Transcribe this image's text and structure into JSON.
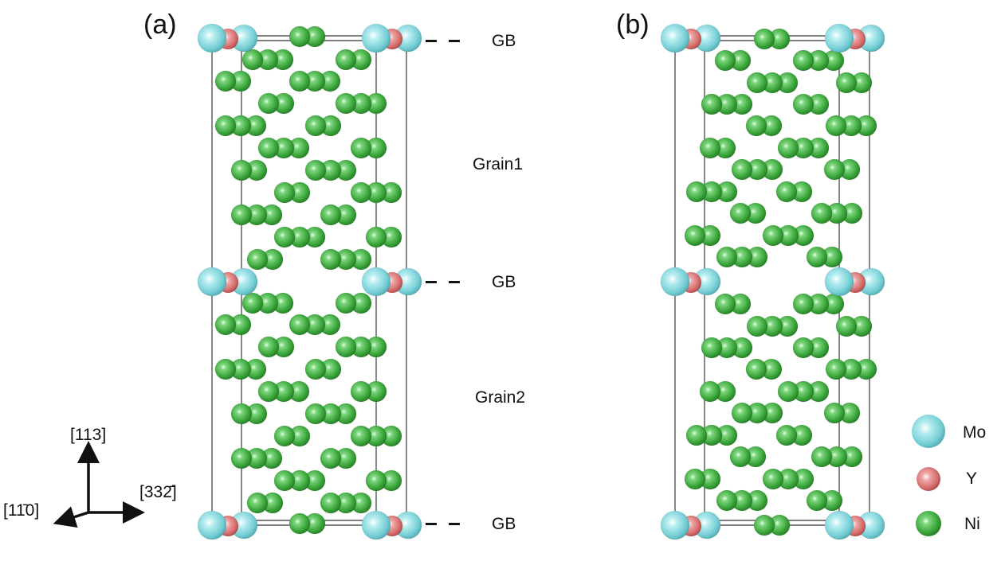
{
  "panels": [
    {
      "label": "(a)"
    },
    {
      "label": "(b)"
    }
  ],
  "annotations": {
    "gb_top": "GB",
    "grain1": "Grain1",
    "gb_mid": "GB",
    "grain2": "Grain2",
    "gb_bottom": "GB"
  },
  "axes": {
    "up": "[113]",
    "right": "[332̄]",
    "left": "[11̄0]"
  },
  "legend": [
    {
      "element": "Mo",
      "color": "#7fd6dc"
    },
    {
      "element": "Y",
      "color": "#d97373"
    },
    {
      "element": "Ni",
      "color": "#3fae3f"
    }
  ],
  "colors": {
    "mo": "#7fd6dc",
    "y": "#d97373",
    "ni": "#3fae3f",
    "cell_line": "#555555"
  }
}
